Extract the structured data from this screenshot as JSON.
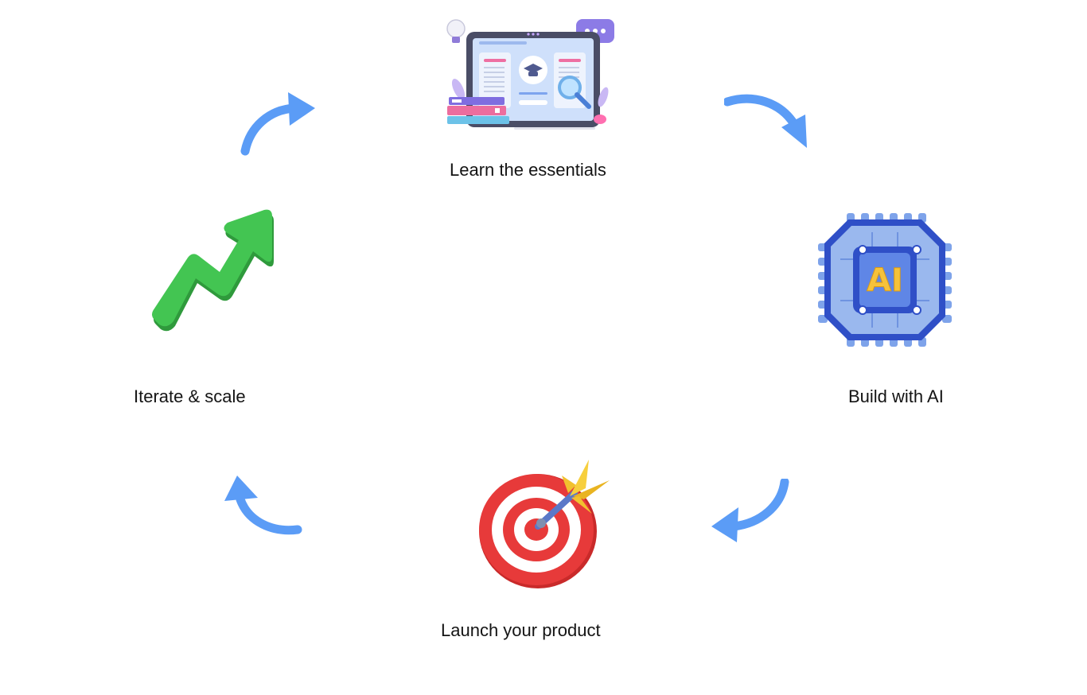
{
  "cycle": {
    "steps": [
      {
        "label": "Learn the essentials",
        "icon": "laptop-learning-icon"
      },
      {
        "label": "Build with AI",
        "icon": "ai-chip-icon"
      },
      {
        "label": "Launch your product",
        "icon": "target-dart-icon"
      },
      {
        "label": "Iterate & scale",
        "icon": "growth-arrow-icon"
      }
    ],
    "chip_text": "AI",
    "colors": {
      "arrow": "#5b9cf6",
      "chip_dark": "#2f4fc7",
      "chip_light": "#9ab8ee",
      "chip_letters": "#f6c23a",
      "target_red": "#e73a3a",
      "growth_green": "#3fbf4f",
      "screen_frame": "#4a4d66",
      "screen_bg": "#cfe0fb"
    }
  }
}
